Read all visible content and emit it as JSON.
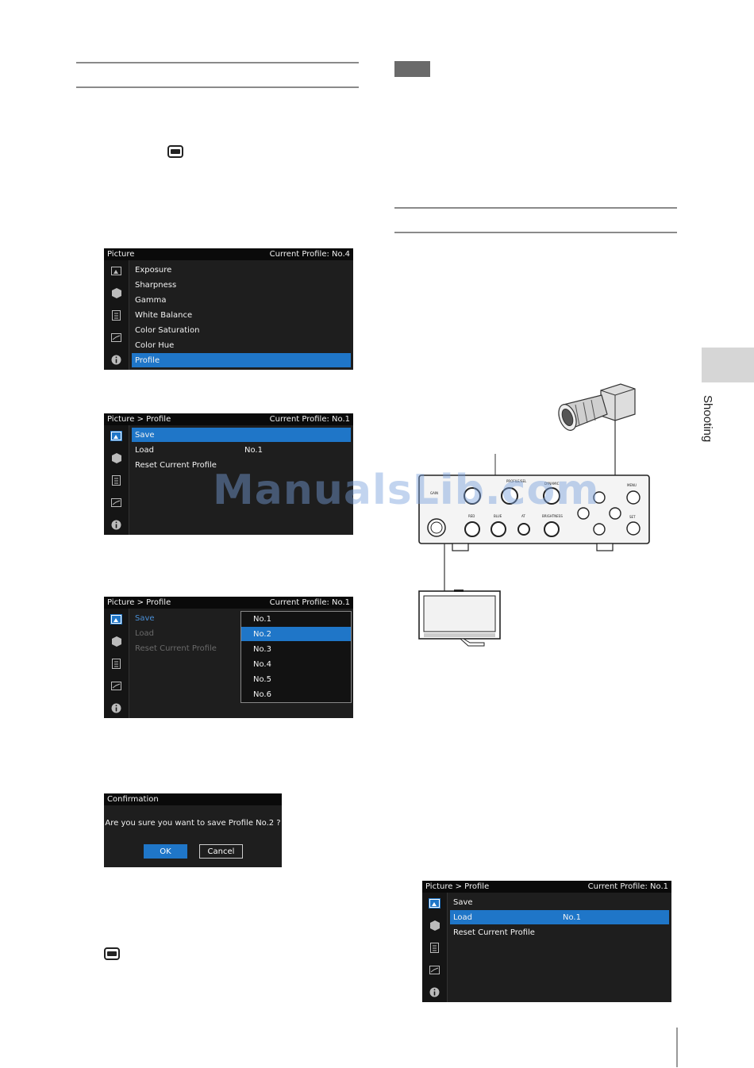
{
  "side_tab": {
    "label": "Shooting"
  },
  "screen1": {
    "title": "Picture",
    "profile": "Current Profile: No.4",
    "items": [
      "Exposure",
      "Sharpness",
      "Gamma",
      "White Balance",
      "Color Saturation",
      "Color Hue",
      "Profile"
    ]
  },
  "screen2": {
    "title": "Picture > Profile",
    "profile": "Current Profile: No.1",
    "items": [
      "Save",
      "Load",
      "Reset Current Profile"
    ],
    "load_value": "No.1"
  },
  "screen3": {
    "title": "Picture > Profile",
    "profile": "Current Profile: No.1",
    "items": [
      "Save",
      "Load",
      "Reset Current Profile"
    ],
    "options": [
      "No.1",
      "No.2",
      "No.3",
      "No.4",
      "No.5",
      "No.6"
    ]
  },
  "dialog": {
    "title": "Confirmation",
    "message": "Are you sure you want to save Profile No.2 ?",
    "ok": "OK",
    "cancel": "Cancel"
  },
  "screen4": {
    "title": "Picture > Profile",
    "profile": "Current Profile: No.1",
    "items": [
      "Save",
      "Load",
      "Reset Current Profile"
    ],
    "load_value": "No.1"
  },
  "controller": {
    "labels": {
      "gain": "GAIN",
      "profile": "PROFILE/SEL",
      "dynamic": "DYNAMIC",
      "red": "RED",
      "blue": "BLUE",
      "at": "AT",
      "brightness": "BRIGHTNESS",
      "menu": "MENU",
      "set": "SET"
    }
  },
  "watermark": "ManualsLib.com",
  "colors": {
    "accent": "#1f76c8",
    "screen_bg": "#1e1e1e"
  }
}
